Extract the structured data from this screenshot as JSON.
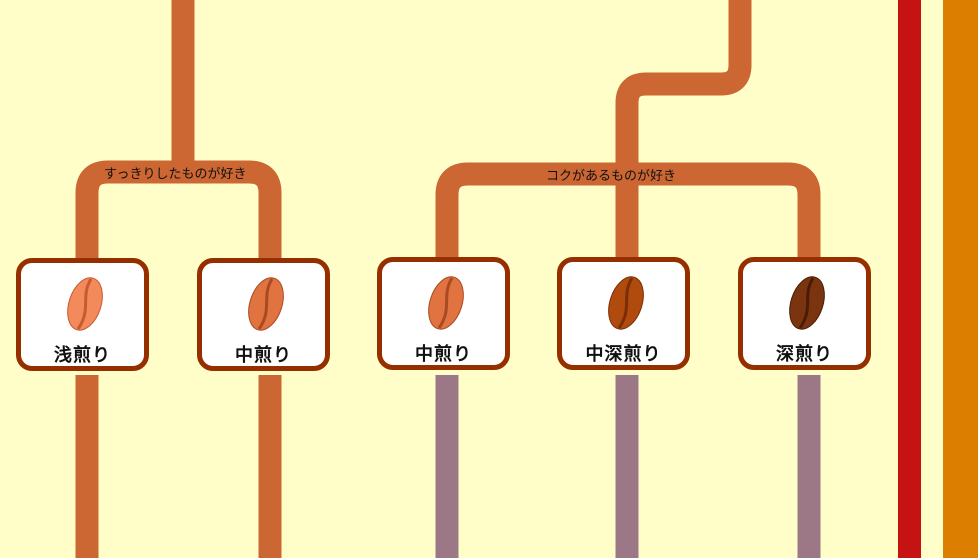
{
  "branches": [
    {
      "label": "すっきりしたものが好き"
    },
    {
      "label": "コクがあるものが好き"
    }
  ],
  "roasts": [
    {
      "label": "浅煎り",
      "bean_color": "#F28A5B",
      "bean_dark": "#C65B32"
    },
    {
      "label": "中煎り",
      "bean_color": "#E0733F",
      "bean_dark": "#A94A22"
    },
    {
      "label": "中煎り",
      "bean_color": "#E0733F",
      "bean_dark": "#A94A22"
    },
    {
      "label": "中深煎り",
      "bean_color": "#B14A0D",
      "bean_dark": "#7A2E04"
    },
    {
      "label": "深煎り",
      "bean_color": "#7A3510",
      "bean_dark": "#4A1C05"
    }
  ],
  "colors": {
    "background": "#FFFEC8",
    "path_orange": "#CC6633",
    "path_mauve": "#9C7887",
    "card_border": "#952F00",
    "bar_red": "#C51313",
    "bar_orange": "#DC7F00"
  }
}
